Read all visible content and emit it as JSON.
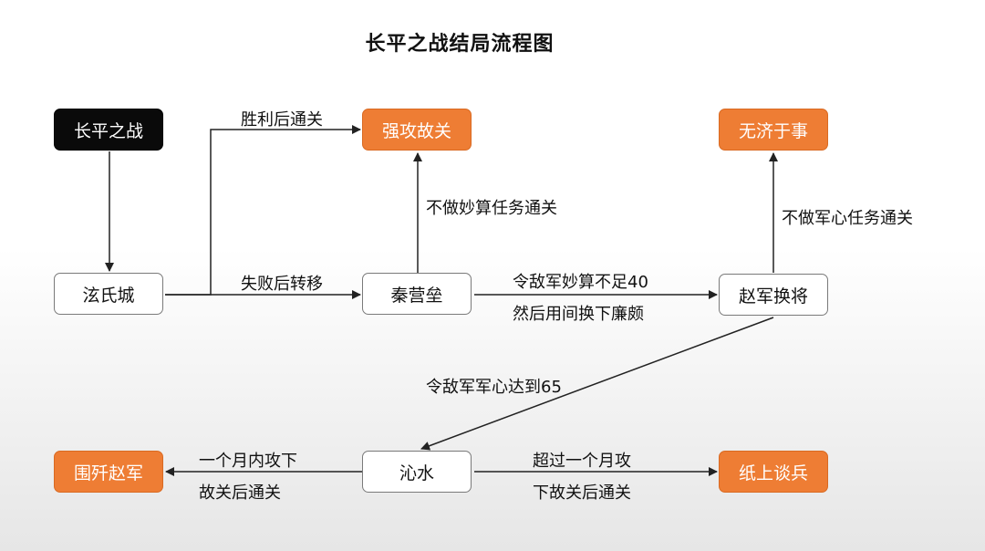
{
  "title": "长平之战结局流程图",
  "nodes": {
    "changping": "长平之战",
    "hongshicheng": "泫氏城",
    "qiangong": "强攻故关",
    "qinyinglei": "秦营垒",
    "wujiyushi": "无济于事",
    "zhaojun_huanjiang": "赵军换将",
    "qinshui": "沁水",
    "weijian": "围歼赵军",
    "zhishang": "纸上谈兵"
  },
  "edges": {
    "win_pass": "胜利后通关",
    "lose_move": "失败后转移",
    "no_miaosuan": "不做妙算任务通关",
    "no_junxin": "不做军心任务通关",
    "miaosuan_line1": "令敌军妙算不足40",
    "miaosuan_line2": "然后用间换下廉颇",
    "junxin65": "令敌军军心达到65",
    "month_in_line1": "一个月内攻下",
    "month_in_line2": "故关后通关",
    "month_over_line1": "超过一个月攻",
    "month_over_line2": "下故关后通关"
  }
}
